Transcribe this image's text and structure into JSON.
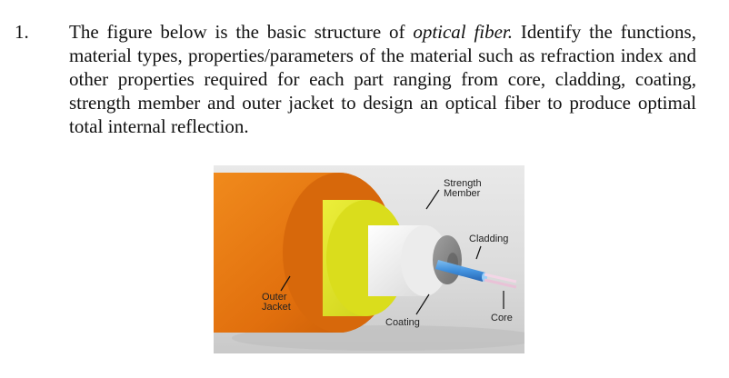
{
  "question": {
    "number": "1.",
    "text_before": "The figure below is the basic structure of ",
    "text_emphasis": "optical fiber.",
    "text_after": " Identify the functions, material types, properties/parameters of the material such as refraction index and other properties required for each part ranging from core, cladding, coating, strength member and outer jacket to design an optical fiber to produce optimal total internal reflection."
  },
  "figure": {
    "labels": {
      "strength_member_line1": "Strength",
      "strength_member_line2": "Member",
      "cladding": "Cladding",
      "outer_jacket_line1": "Outer",
      "outer_jacket_line2": "Jacket",
      "coating": "Coating",
      "core": "Core"
    },
    "colors": {
      "outer_jacket": "#e87511",
      "strength_member": "#e3e61f",
      "coating": "#f2f2f2",
      "cladding_face": "#8c8c8c",
      "core": "#3b8fe0",
      "background": "#dcdcdc"
    }
  }
}
